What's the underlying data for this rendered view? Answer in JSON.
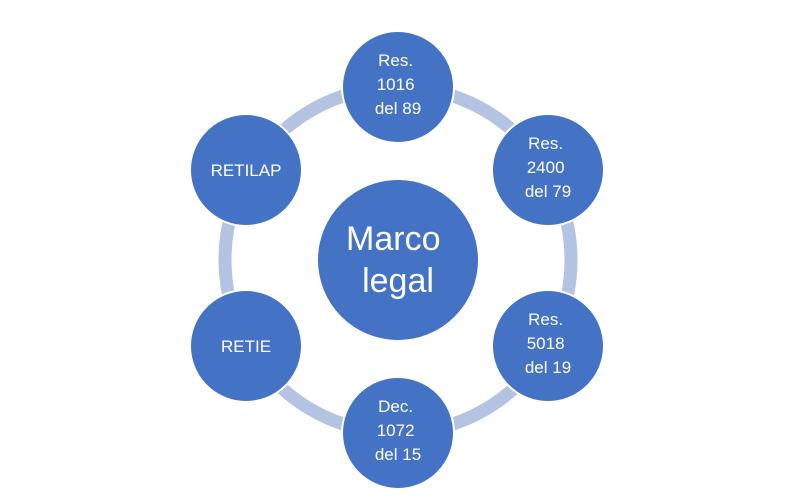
{
  "colors": {
    "node_fill": "#4472C4",
    "node_stroke": "#ffffff",
    "ring": "#B4C3E1",
    "text": "#ffffff",
    "background": "#ffffff"
  },
  "center": {
    "lines": [
      "Marco",
      "legal"
    ]
  },
  "nodes": [
    {
      "id": "res-1016",
      "lines": [
        "Res.",
        "1016",
        "del 89"
      ]
    },
    {
      "id": "res-2400",
      "lines": [
        "Res.",
        "2400",
        "del 79"
      ]
    },
    {
      "id": "res-5018",
      "lines": [
        "Res.",
        "5018",
        "del 19"
      ]
    },
    {
      "id": "dec-1072",
      "lines": [
        "Dec.",
        "1072",
        "del 15"
      ]
    },
    {
      "id": "retie",
      "lines": [
        "RETIE"
      ]
    },
    {
      "id": "retilap",
      "lines": [
        "RETILAP"
      ]
    }
  ]
}
